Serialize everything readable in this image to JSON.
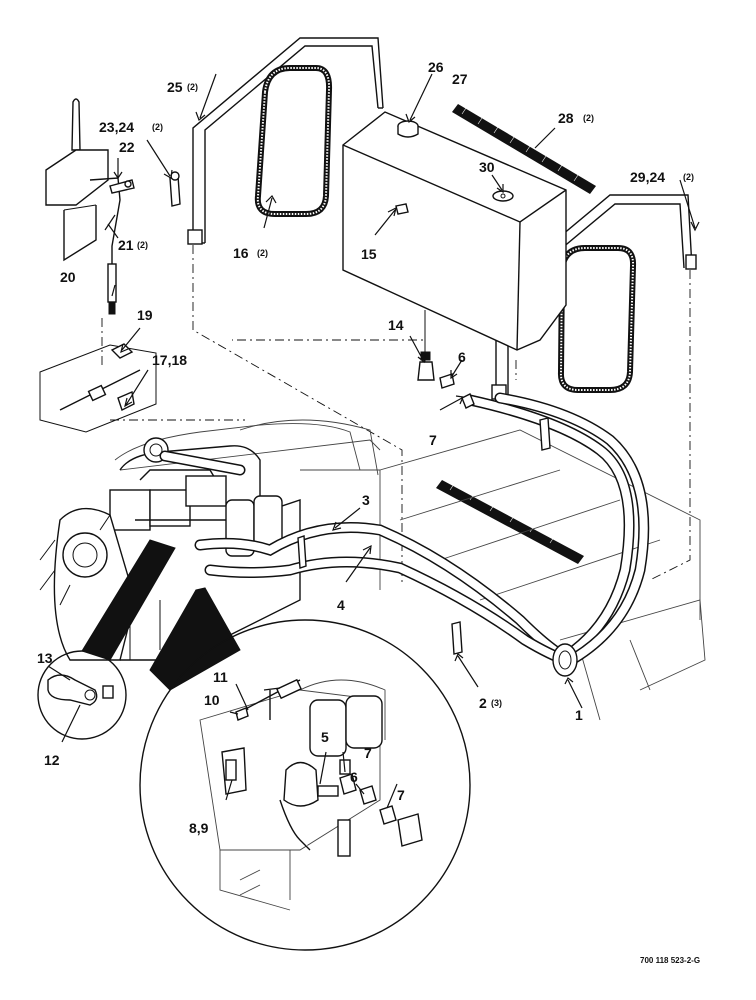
{
  "labels": {
    "l1": "1",
    "l2": "2",
    "l2q": "(3)",
    "l3": "3",
    "l4": "4",
    "l5": "5",
    "l6a": "6",
    "l6b": "6",
    "l7a": "7",
    "l7b": "7",
    "l7c": "7",
    "l89": "8,9",
    "l10": "10",
    "l11": "11",
    "l12": "12",
    "l13": "13",
    "l14": "14",
    "l15": "15",
    "l16": "16",
    "l16q": "(2)",
    "l1718": "17,18",
    "l19": "19",
    "l20": "20",
    "l21": "21",
    "l21q": "(2)",
    "l22": "22",
    "l2324": "23,24",
    "l2324q": "(2)",
    "l25": "25",
    "l25q": "(2)",
    "l26": "26",
    "l27": "27",
    "l28": "28",
    "l28q": "(2)",
    "l2924": "29,24",
    "l2924q": "(2)",
    "l30": "30"
  },
  "drawing_number": "700 118 523-2-G"
}
